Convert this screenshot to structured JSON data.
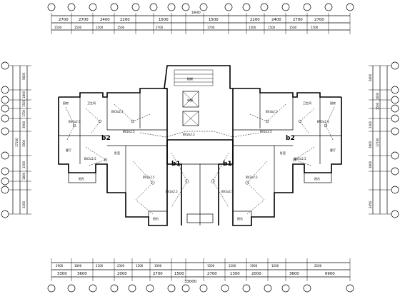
{
  "top_dims_1": [
    "2700",
    "2700",
    "2400",
    "2200",
    "1500",
    "1500",
    "2200",
    "2400",
    "2700",
    "2700"
  ],
  "top_dims_2": [
    "1500",
    "1500",
    "1500",
    "1500",
    "2700",
    "1700",
    "1500",
    "1500",
    "1500",
    "1500"
  ],
  "top_total": "19600",
  "bottom_dims_1": [
    "2900",
    "1800",
    "2100",
    "2300",
    "1500",
    "1900",
    "1500",
    "1200",
    "1900",
    "1500",
    "2500"
  ],
  "bottom_dims_2": [
    "3300",
    "3600",
    "2000",
    "2700",
    "1500",
    "2700",
    "1300",
    "2000",
    "3600",
    "6900"
  ],
  "bottom_total": "33000",
  "left_dims": [
    "5600",
    "1800",
    "1500",
    "1700",
    "3900",
    "3900",
    "1500",
    "1800",
    "3450"
  ],
  "left_total": "17100",
  "right_dims": [
    "5600",
    "1600",
    "1500",
    "2300",
    "3900",
    "3900",
    "3450"
  ],
  "right_total": "17100",
  "room_labels": {
    "b1": "b1",
    "b2": "b2",
    "kitchen": "厨房",
    "bath": "卫生间",
    "balcony": "阳台",
    "bedroom": "卧室",
    "living": "客厅",
    "elevator": "电梯",
    "stair": "楼梯"
  },
  "circuit_label": "BV2x2.5",
  "circuit_label_alt": "BV3x2.5"
}
